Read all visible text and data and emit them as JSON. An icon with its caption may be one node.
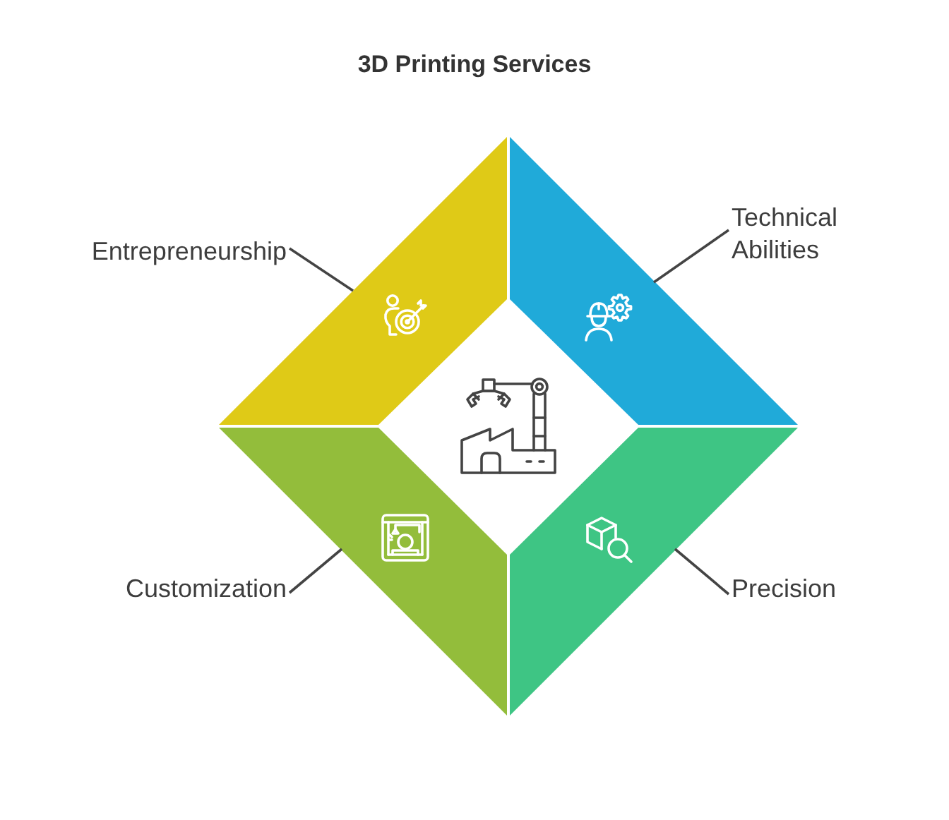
{
  "diagram": {
    "title": "3D Printing Services",
    "nodes": [
      {
        "text": [
          "Entrepreneurship"
        ]
      },
      {
        "text": [
          "Technical Abilities"
        ]
      },
      {
        "text": [],
        "shape": "trapezoid"
      },
      {
        "text": [],
        "shape": "trapezoid"
      },
      {
        "text": [],
        "shape": "trapezoid"
      },
      {
        "text": [],
        "shape": "trapezoid"
      },
      {
        "text": [
          "Customization"
        ]
      },
      {
        "text": [
          "Precision"
        ]
      }
    ],
    "edges": [
      {
        "from": 0,
        "to": 2,
        "arrow": "none"
      },
      {
        "from": 1,
        "to": 3,
        "arrow": "none"
      },
      {
        "from": 6,
        "to": 4,
        "arrow": "none"
      },
      {
        "from": 7,
        "to": 5,
        "arrow": "none"
      }
    ]
  }
}
